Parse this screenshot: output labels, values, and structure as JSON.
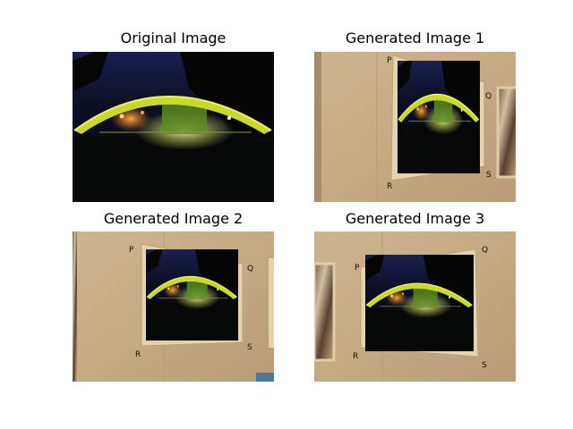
{
  "figure": {
    "panels": [
      {
        "title": "Original Image"
      },
      {
        "title": "Generated Image 1",
        "corners": [
          "P",
          "Q",
          "R",
          "S"
        ]
      },
      {
        "title": "Generated Image 2",
        "corners": [
          "P",
          "Q",
          "R",
          "S"
        ]
      },
      {
        "title": "Generated Image 3",
        "corners": [
          "P",
          "Q",
          "R",
          "S"
        ]
      }
    ]
  },
  "colors": {
    "night_sky": "#0b0e24",
    "bridge_arch": "#c9d82a",
    "lamp_glow": "#ff8c1a",
    "wall": "#cbb08a",
    "frame": "#e6d3ad"
  }
}
